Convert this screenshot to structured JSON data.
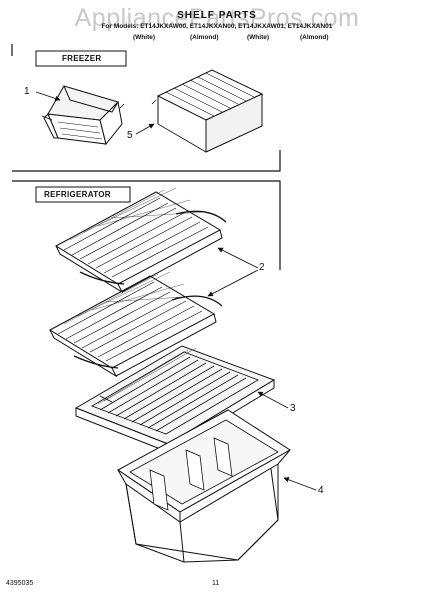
{
  "header": {
    "watermark": "AppliancePartsPros.com",
    "title": "SHELF PARTS",
    "models": "For Models: ET14JKXAW00, ET14JKXAN00, ET14JKXAW01, ET14JKXAN01",
    "finishes": [
      "(White)",
      "(Almond)",
      "(White)",
      "(Almond)"
    ]
  },
  "sections": {
    "freezer": "FREEZER",
    "refrigerator": "REFRIGERATOR"
  },
  "callouts": [
    "1",
    "5",
    "2",
    "3",
    "4"
  ],
  "footer": {
    "doc_number": "4395035",
    "page_number": "11"
  }
}
